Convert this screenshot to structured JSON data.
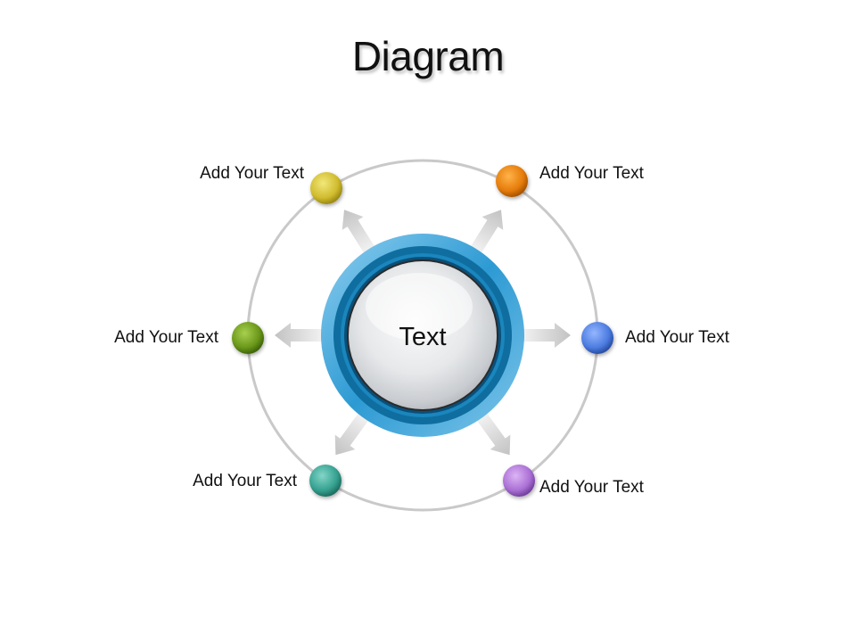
{
  "title": "Diagram",
  "center": {
    "label": "Text"
  },
  "nodes": [
    {
      "id": "top-left",
      "label": "Add Your Text",
      "color": "#d4c232"
    },
    {
      "id": "top-right",
      "label": "Add Your Text",
      "color": "#e8820c"
    },
    {
      "id": "left",
      "label": "Add Your Text",
      "color": "#6e9a1c"
    },
    {
      "id": "right",
      "label": "Add Your Text",
      "color": "#4f7fe0"
    },
    {
      "id": "bottom-left",
      "label": "Add Your Text",
      "color": "#3aa595"
    },
    {
      "id": "bottom-right",
      "label": "Add Your Text",
      "color": "#ad72d6"
    }
  ],
  "colors": {
    "ring": "#c8c8c8",
    "hub_outer": "#2e9bd4",
    "hub_dark": "#0e5f8c",
    "arrow": "#d4d4d4"
  }
}
